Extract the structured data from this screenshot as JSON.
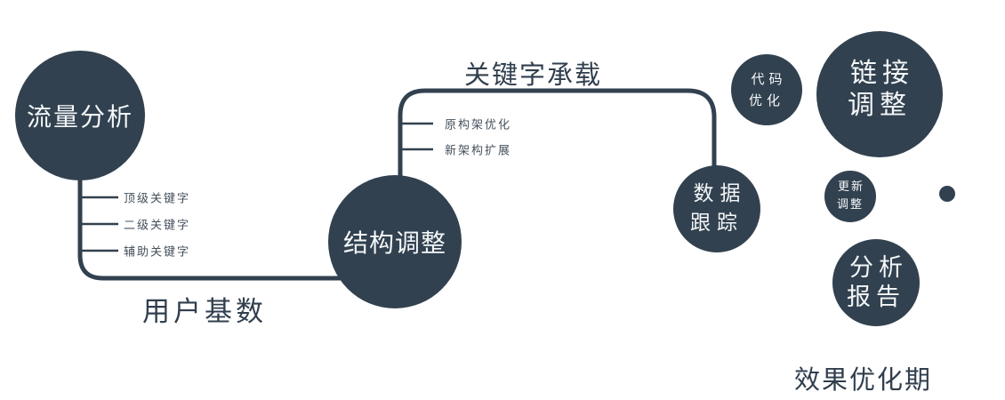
{
  "palette": {
    "node_fill": "#32414f",
    "line": "#32414f",
    "ink_strong": "#303e4d",
    "ink_soft": "#44505c",
    "node_text": "#f4f7f9",
    "background": "#ffffff"
  },
  "nodes": {
    "traffic_analysis": {
      "label": "流量分析"
    },
    "structure_adjustment": {
      "label": "结构调整"
    },
    "data_tracking": {
      "label": "数据\n跟踪"
    },
    "code_optimization": {
      "label": "代码\n优化"
    },
    "link_adjustment": {
      "label": "链接\n调整"
    },
    "update_adjustment": {
      "label": "更新\n调整"
    },
    "analysis_report": {
      "label": "分析\n报告"
    }
  },
  "edge_labels": {
    "user_base": "用户基数",
    "keyword_bearing": "关键字承载"
  },
  "branch_labels": {
    "traffic_keywords": [
      "顶级关键字",
      "二级关键字",
      "辅助关键字"
    ],
    "structure_items": [
      "原构架优化",
      "新架构扩展"
    ]
  },
  "footer_label": "效果优化期"
}
